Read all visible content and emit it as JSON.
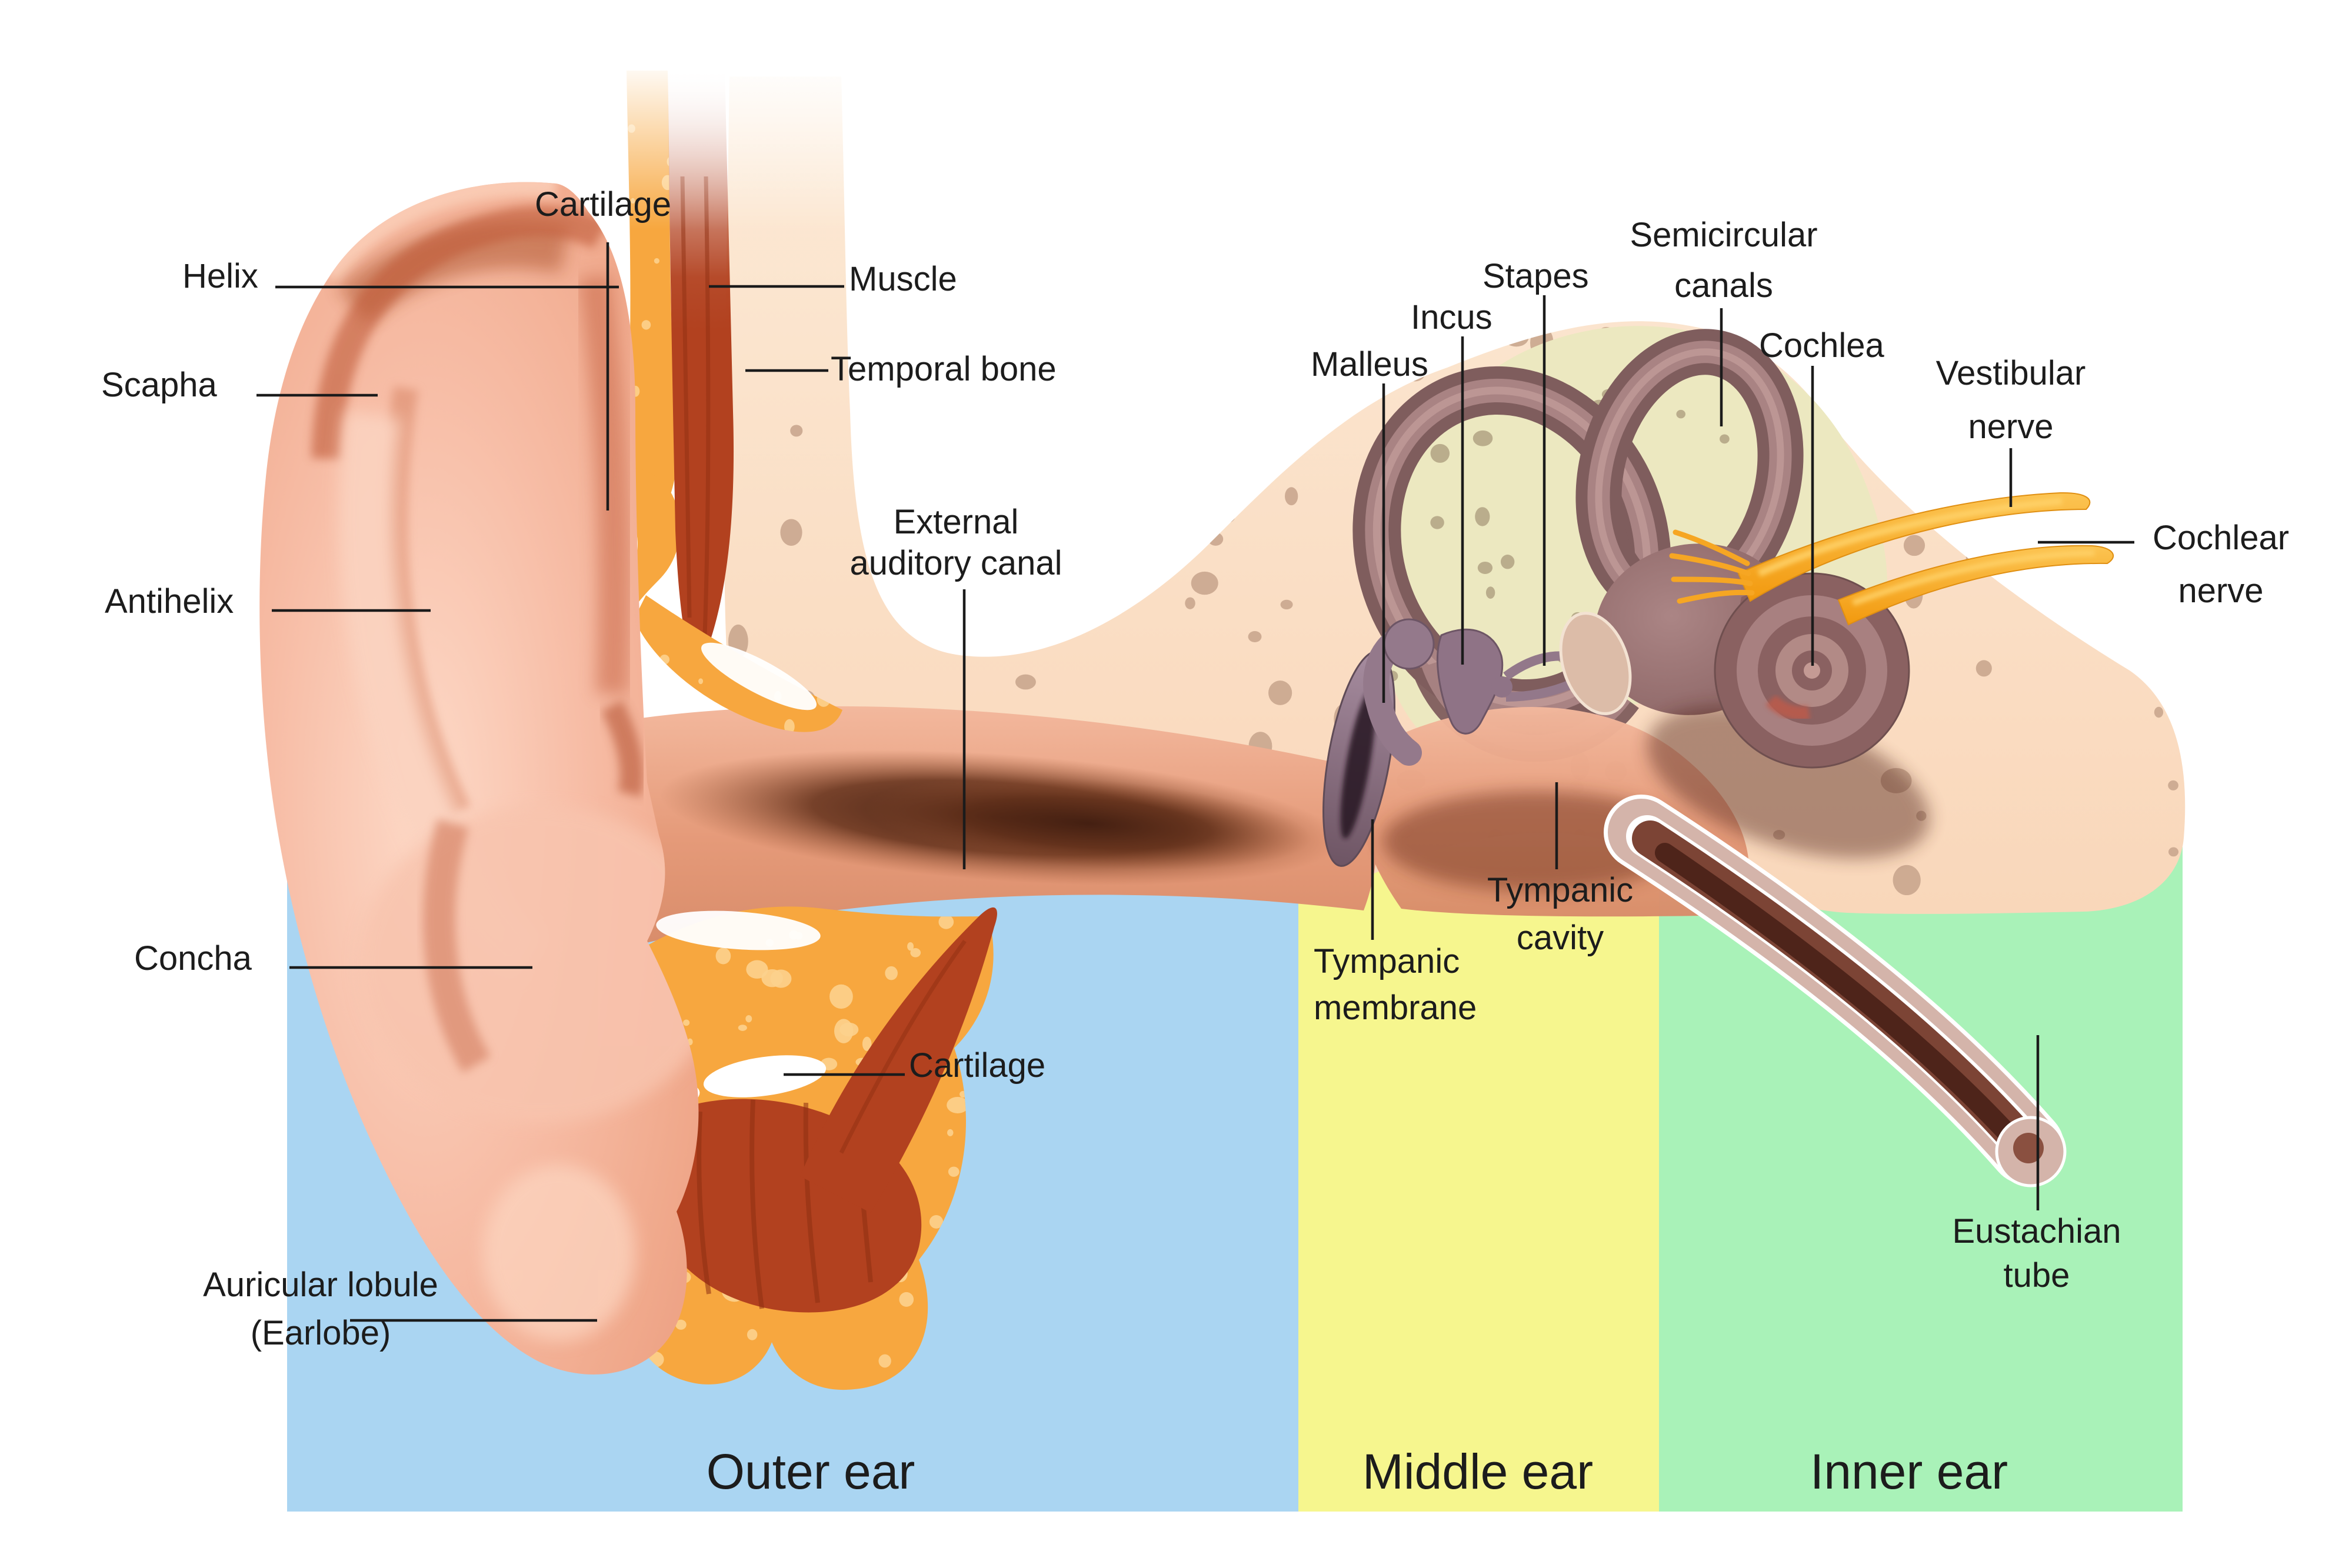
{
  "regions": {
    "outer": {
      "label": "Outer ear",
      "color": "#aad5f2"
    },
    "middle": {
      "label": "Middle ear",
      "color": "#f6f68e"
    },
    "inner": {
      "label": "Inner ear",
      "color": "#a9f2b8"
    }
  },
  "labels": {
    "helix": "Helix",
    "scapha": "Scapha",
    "antihelix": "Antihelix",
    "concha": "Concha",
    "auricular_lobule": {
      "line1": "Auricular lobule",
      "line2": "(Earlobe)"
    },
    "cartilage_top": "Cartilage",
    "cartilage_bottom": "Cartilage",
    "muscle": "Muscle",
    "temporal_bone": "Temporal bone",
    "external_auditory_canal": {
      "line1": "External",
      "line2": "auditory canal"
    },
    "malleus": "Malleus",
    "incus": "Incus",
    "stapes": "Stapes",
    "semicircular_canals": {
      "line1": "Semicircular",
      "line2": "canals"
    },
    "cochlea": "Cochlea",
    "vestibular_nerve": {
      "line1": "Vestibular",
      "line2": "nerve"
    },
    "cochlear_nerve": {
      "line1": "Cochlear",
      "line2": "nerve"
    },
    "tympanic_membrane": {
      "line1": "Tympanic",
      "line2": "membrane"
    },
    "tympanic_cavity": {
      "line1": "Tympanic",
      "line2": "cavity"
    },
    "eustachian_tube": {
      "line1": "Eustachian",
      "line2": "tube"
    }
  },
  "colors": {
    "background": "#ffffff",
    "leader_line": "#1b1b1b",
    "label_text": "#1c1c1c",
    "skin": "#f2a98d",
    "bone": "#fbdcc0",
    "bone_speckle": "#c9a68e",
    "cartilage_orange": "#f7a73f",
    "muscle_red": "#b2411f",
    "inner_ear_brown": "#8a6161",
    "nerve_yellow": "#f6a623",
    "band_outer": "#aad5f2",
    "band_middle": "#f6f68e",
    "band_inner": "#a9f2b8"
  }
}
